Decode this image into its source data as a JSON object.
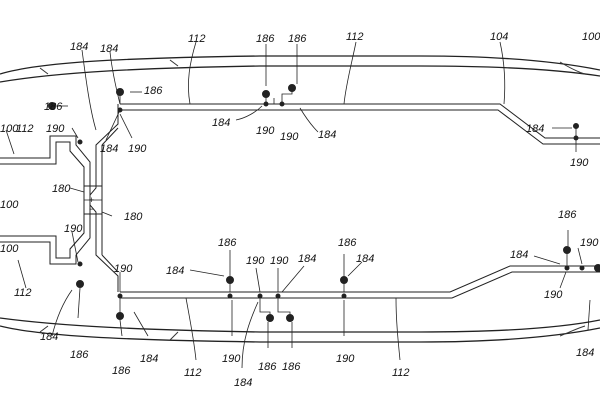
{
  "figure": {
    "ref_numbers": {
      "n100": "100",
      "n104": "104",
      "n112": "112",
      "n180": "180",
      "n184": "184",
      "n186": "186",
      "n190": "190"
    },
    "junction_symbols": {
      "plus": "+",
      "minus": "−"
    }
  }
}
